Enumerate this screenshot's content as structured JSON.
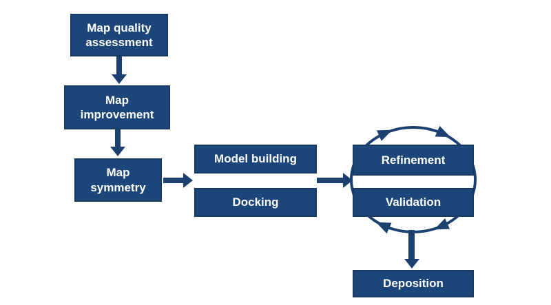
{
  "colors": {
    "background": "#ffffff",
    "box_fill": "#1c4679",
    "box_border": "#163a61",
    "arrow": "#1c4170",
    "text": "#ffffff"
  },
  "boxes": [
    {
      "id": "map-quality-assessment",
      "label": "Map quality assessment"
    },
    {
      "id": "map-improvement",
      "label": "Map improvement"
    },
    {
      "id": "map-symmetry",
      "label": "Map symmetry"
    },
    {
      "id": "model-building",
      "label": "Model building"
    },
    {
      "id": "docking",
      "label": "Docking"
    },
    {
      "id": "refinement",
      "label": "Refinement"
    },
    {
      "id": "validation",
      "label": "Validation"
    },
    {
      "id": "deposition",
      "label": "Deposition"
    }
  ],
  "arrows": [
    {
      "from": "Map quality assessment",
      "to": "Map improvement",
      "direction": "down"
    },
    {
      "from": "Map improvement",
      "to": "Map symmetry",
      "direction": "down"
    },
    {
      "from": "Map symmetry",
      "to": "Model building / Docking",
      "direction": "right"
    },
    {
      "from": "Model building / Docking",
      "to": "Refinement / Validation",
      "direction": "right"
    },
    {
      "from": "Refinement / Validation cycle",
      "to": "Deposition",
      "direction": "down"
    }
  ],
  "cycle": {
    "around": [
      "Refinement",
      "Validation"
    ],
    "direction": "clockwise",
    "arrowheads": 4
  }
}
